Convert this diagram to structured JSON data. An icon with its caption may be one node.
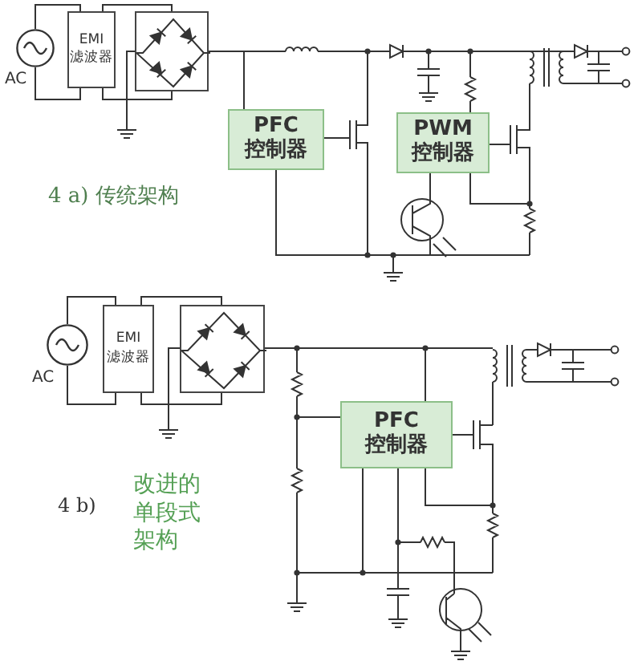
{
  "diagram": {
    "nodes": [
      {
        "text": [],
        "shape": "circle",
        "beside": [
          "AC"
        ]
      },
      {
        "text": [
          "EMI 滤波器"
        ]
      },
      {
        "text": [],
        "shape": "box"
      },
      {
        "text": [
          "PFC 控制器"
        ]
      },
      {
        "text": [
          "PWM 控制器"
        ]
      },
      {
        "text": [],
        "shape": "circle",
        "beside": [
          "AC"
        ]
      },
      {
        "text": [
          "EMI 滤波器"
        ]
      },
      {
        "text": [],
        "shape": "box"
      },
      {
        "text": [
          "PFC 控制器"
        ]
      }
    ],
    "edges": [
      {
        "from": 0,
        "to": 1,
        "arrow": "none"
      },
      {
        "from": 0,
        "to": 1,
        "arrow": "none"
      },
      {
        "from": 1,
        "to": 2,
        "arrow": "none"
      },
      {
        "from": 1,
        "to": 2,
        "arrow": "none"
      },
      {
        "from": 2,
        "to": 3,
        "arrow": "none"
      },
      {
        "from": 5,
        "to": 6,
        "arrow": "none"
      },
      {
        "from": 5,
        "to": 6,
        "arrow": "none"
      },
      {
        "from": 6,
        "to": 7,
        "arrow": "none"
      },
      {
        "from": 6,
        "to": 7,
        "arrow": "none"
      },
      {
        "from": 7,
        "to": 8,
        "arrow": "none"
      }
    ],
    "labels": [
      "4 a) 传统架构",
      "4 b)",
      "改进的单段式架构"
    ]
  }
}
